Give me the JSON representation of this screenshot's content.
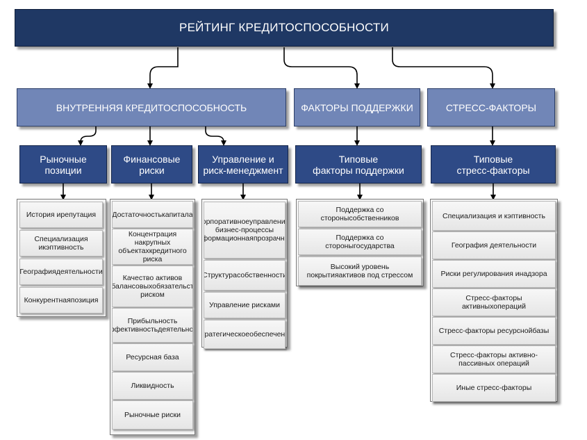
{
  "title": "РЕЙТИНГ КРЕДИТОСПОСОБНОСТИ",
  "categories": {
    "internal": "ВНУТРЕННЯЯ КРЕДИТОСПОСОБНОСТЬ",
    "support": "ФАКТОРЫ ПОДДЕРЖКИ",
    "stress": "СТРЕСС-ФАКТОРЫ"
  },
  "columns": [
    {
      "header": [
        "Рыночные",
        "позиции"
      ],
      "items": [
        [
          "История и",
          "репутация"
        ],
        [
          "Специализация и",
          "кэптивность"
        ],
        [
          "География",
          "деятельности"
        ],
        [
          "Конкурентная",
          "позиция"
        ]
      ]
    },
    {
      "header": [
        "Финансовые",
        "риски"
      ],
      "items": [
        [
          "Достаточность",
          "капитала"
        ],
        [
          "Концентрация на",
          "крупных объектах",
          "кредитного риска"
        ],
        [
          "Качество активов и",
          "внебалансовых",
          "обязательств",
          "под риском"
        ],
        [
          "Прибыльность  и",
          "эффективность",
          "деятельности"
        ],
        [
          "Ресурсная база"
        ],
        [
          "Ликвидность"
        ],
        [
          "Рыночные риски"
        ]
      ]
    },
    {
      "header": [
        "Управление и",
        "риск-менеджмент"
      ],
      "items": [
        [
          "Корпоративное",
          "управление, бизнес-",
          "процессы и",
          "информационная",
          "прозрачность"
        ],
        [
          "Структура",
          "собственности"
        ],
        [
          "Управление рисками"
        ],
        [
          "Стратегическое",
          "обеспечение"
        ]
      ]
    },
    {
      "header": [
        "Типовые",
        "факторы поддержки"
      ],
      "items": [
        [
          "Поддержка со стороны",
          "собственников"
        ],
        [
          "Поддержка со стороны",
          "государства"
        ],
        [
          "Высокий уровень покрытия",
          "активов под стрессом"
        ]
      ]
    },
    {
      "header": [
        "Типовые",
        "стресс-факторы"
      ],
      "items": [
        [
          "Специализация и кэптивность"
        ],
        [
          "География деятельности"
        ],
        [
          "Риски регулирования и",
          "надзора"
        ],
        [
          "Стресс-факторы активных",
          "операций"
        ],
        [
          "Стресс-факторы ресурсной",
          "базы"
        ],
        [
          "Стресс-факторы активно-",
          "пассивных операций"
        ],
        [
          "Иные стресс-факторы"
        ]
      ]
    }
  ],
  "colors": {
    "title_fill": "#1f3864",
    "category_fill": "#7186b7",
    "subcategory_fill": "#2e4a86",
    "leaf_fill": "#ececec",
    "connector": "#000000"
  }
}
